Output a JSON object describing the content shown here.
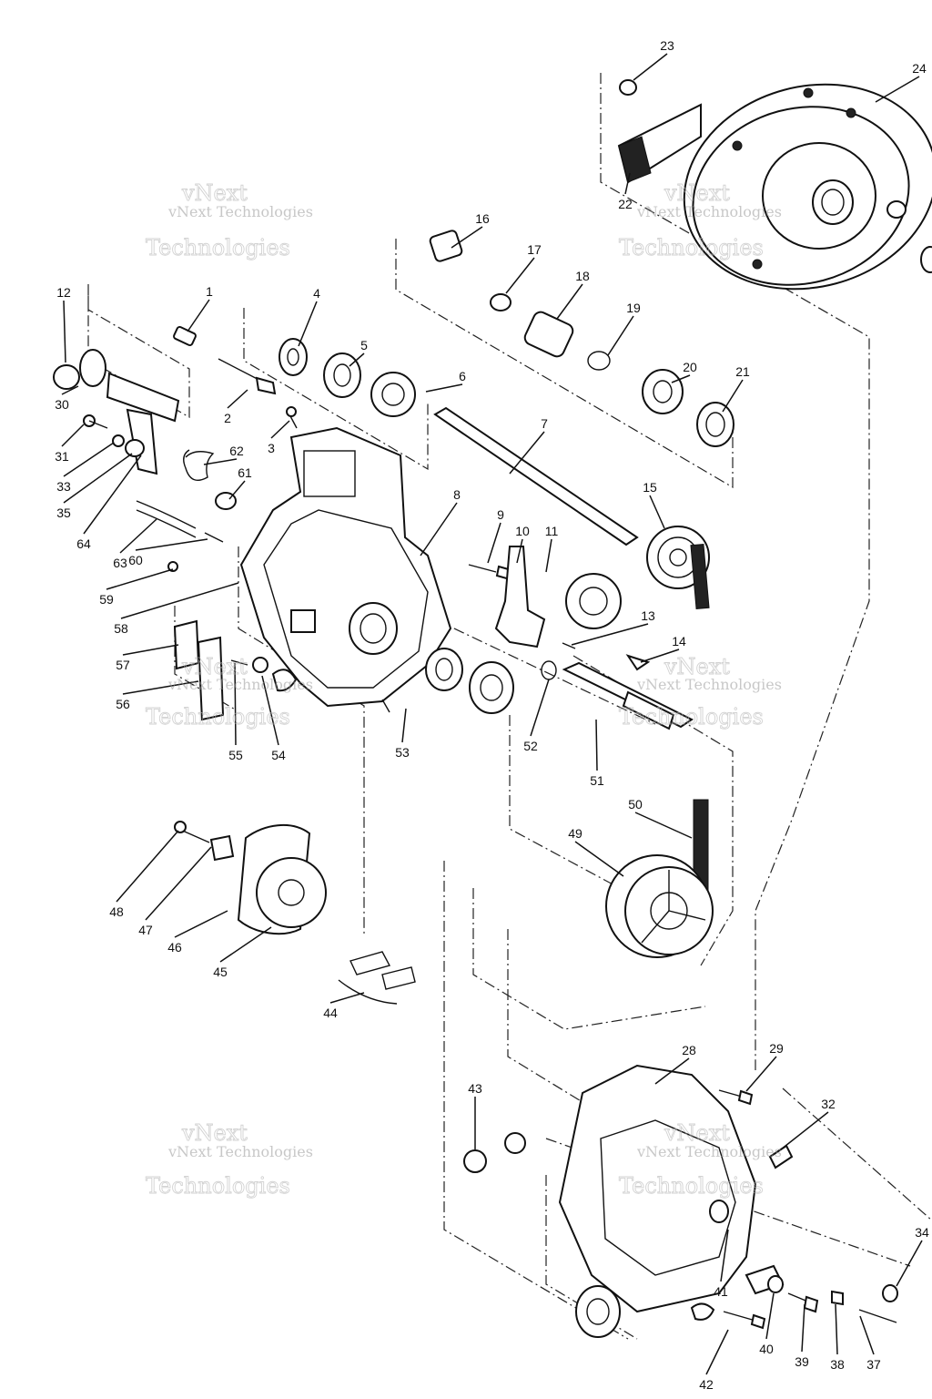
{
  "callouts": [
    "1",
    "2",
    "3",
    "4",
    "5",
    "6",
    "7",
    "8",
    "9",
    "10",
    "11",
    "12",
    "13",
    "14",
    "15",
    "16",
    "17",
    "18",
    "19",
    "20",
    "21",
    "22",
    "23",
    "24",
    "28",
    "29",
    "30",
    "31",
    "32",
    "33",
    "34",
    "35",
    "37",
    "38",
    "39",
    "40",
    "41",
    "42",
    "43",
    "44",
    "45",
    "46",
    "47",
    "48",
    "49",
    "50",
    "51",
    "52",
    "53",
    "54",
    "55",
    "56",
    "57",
    "58",
    "59",
    "60",
    "61",
    "62",
    "63",
    "64"
  ],
  "watermark": {
    "line1": "vNext Technologies",
    "line2": "vNext",
    "line3": "Technologies"
  }
}
